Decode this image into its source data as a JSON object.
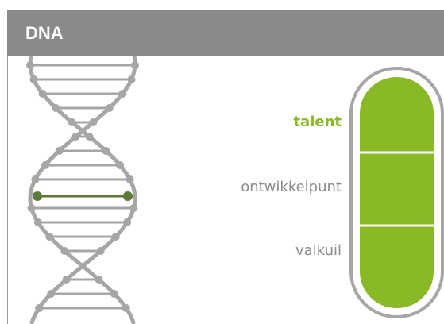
{
  "header": {
    "title": "DNA"
  },
  "scale": {
    "levels": [
      {
        "label": "talent",
        "active": true
      },
      {
        "label": "ontwikkelpunt",
        "active": false
      },
      {
        "label": "valkuil",
        "active": false
      }
    ],
    "fill_color": "#8ab927",
    "outline_color": "#a6a6a6"
  },
  "dna": {
    "strand_color": "#a6a6a6",
    "highlight_color": "#5a7a35"
  }
}
